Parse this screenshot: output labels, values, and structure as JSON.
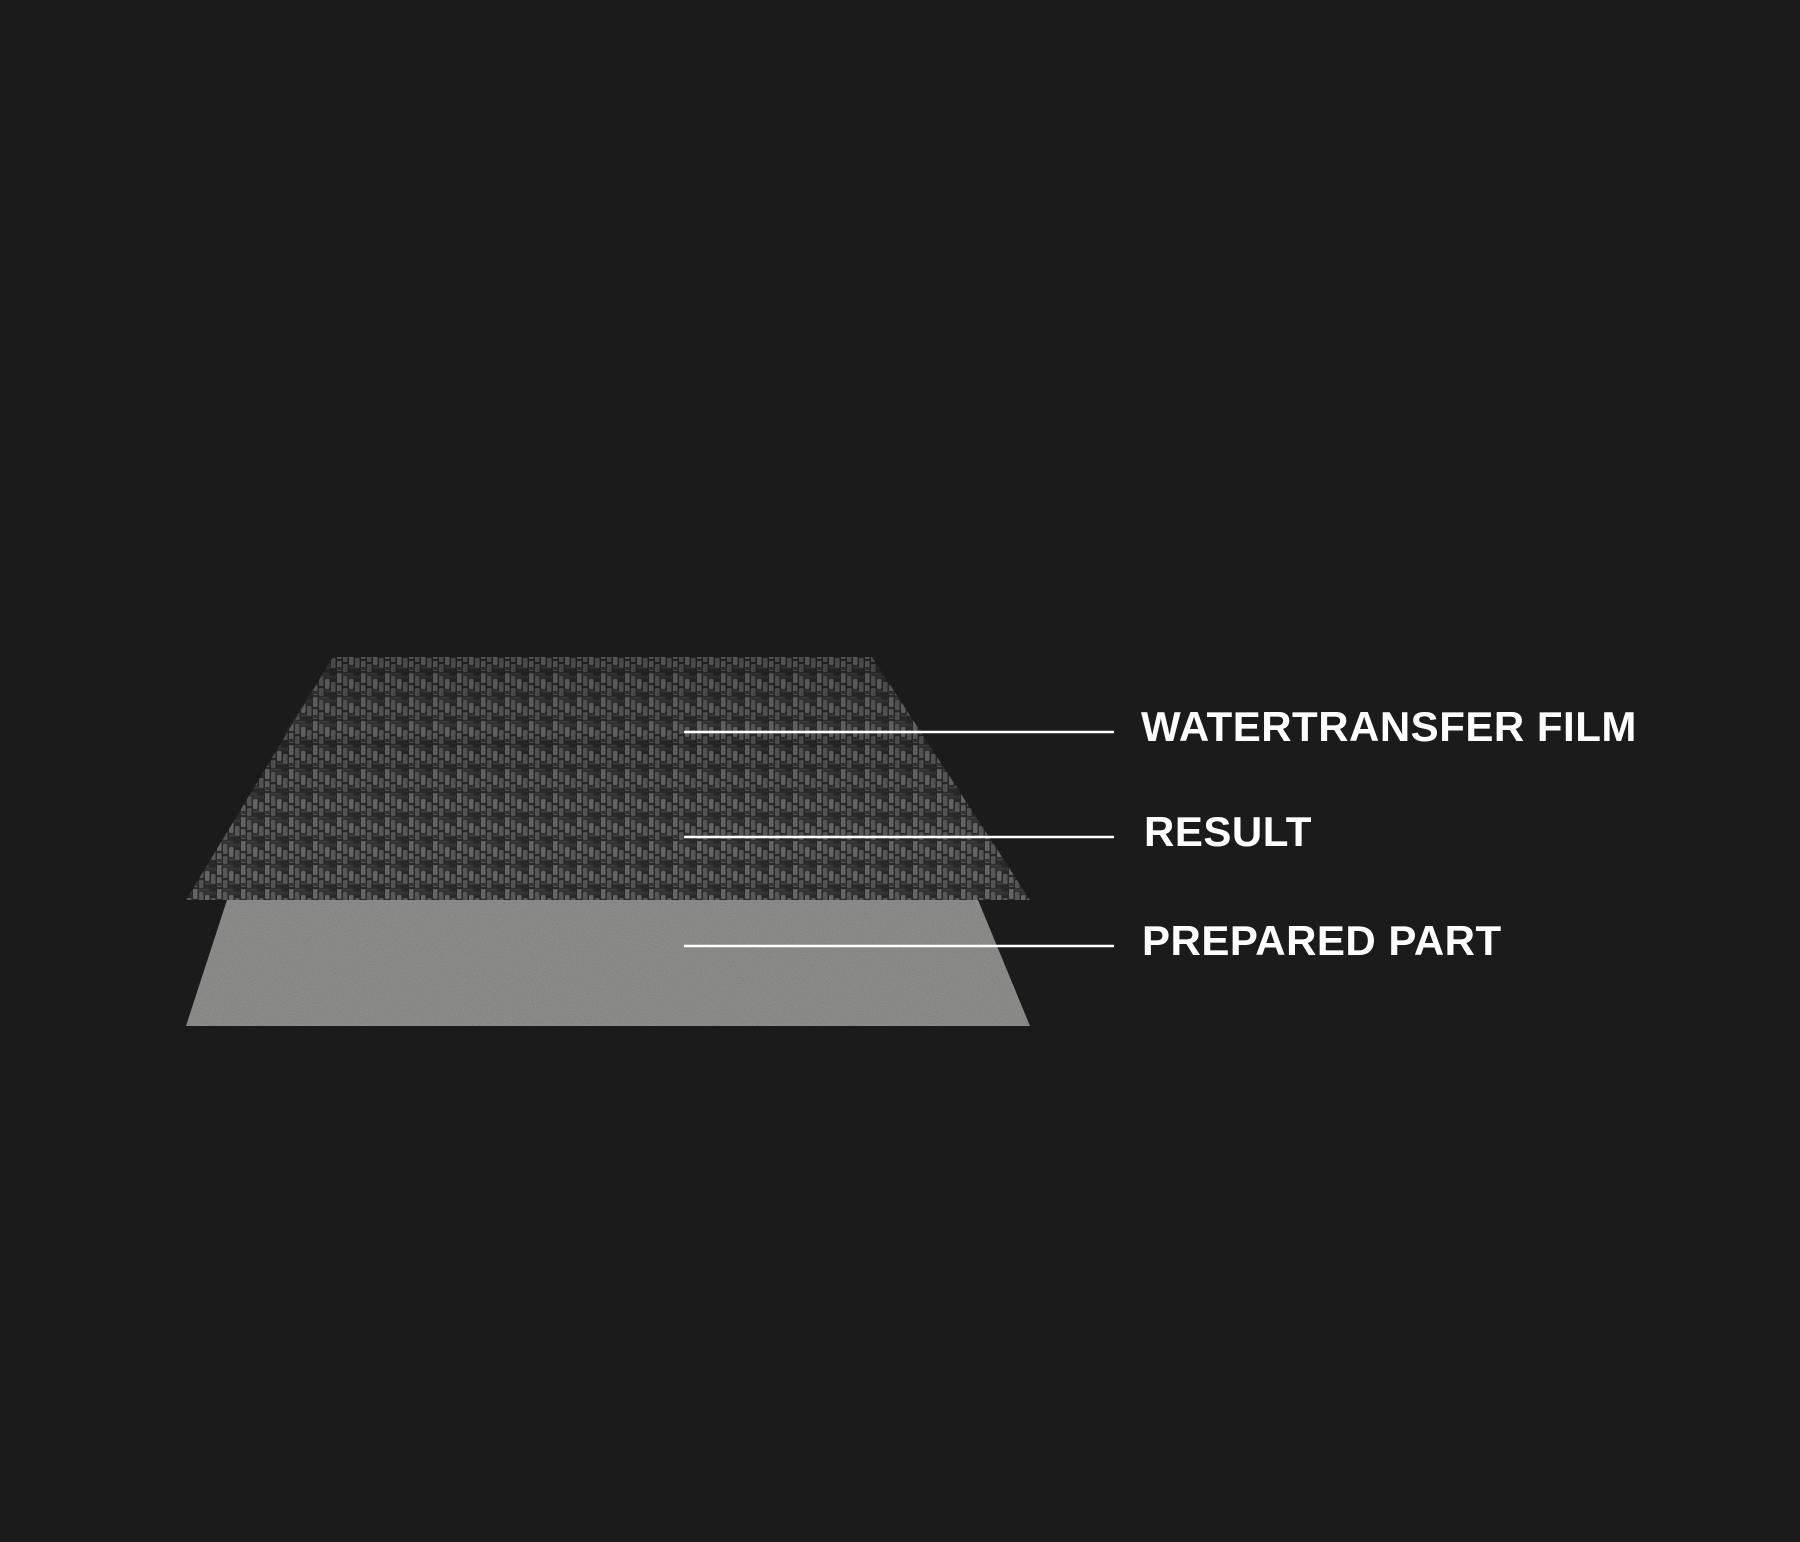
{
  "diagram": {
    "background_color": "#1b1b1b",
    "layers": [
      {
        "label": "WATERTRANSFER FILM",
        "pattern": "carbon-fiber-weave"
      },
      {
        "label": "RESULT",
        "pattern": "carbon-fiber-weave"
      },
      {
        "label": "PREPARED PART",
        "pattern": "grey-textured-surface"
      }
    ],
    "colors": {
      "label_text": "#ffffff",
      "leader_line": "#ffffff",
      "prepared_part": "#7d7d7b",
      "carbon_dark": "#1e1e1e",
      "carbon_light": "#5a5a5a"
    }
  }
}
